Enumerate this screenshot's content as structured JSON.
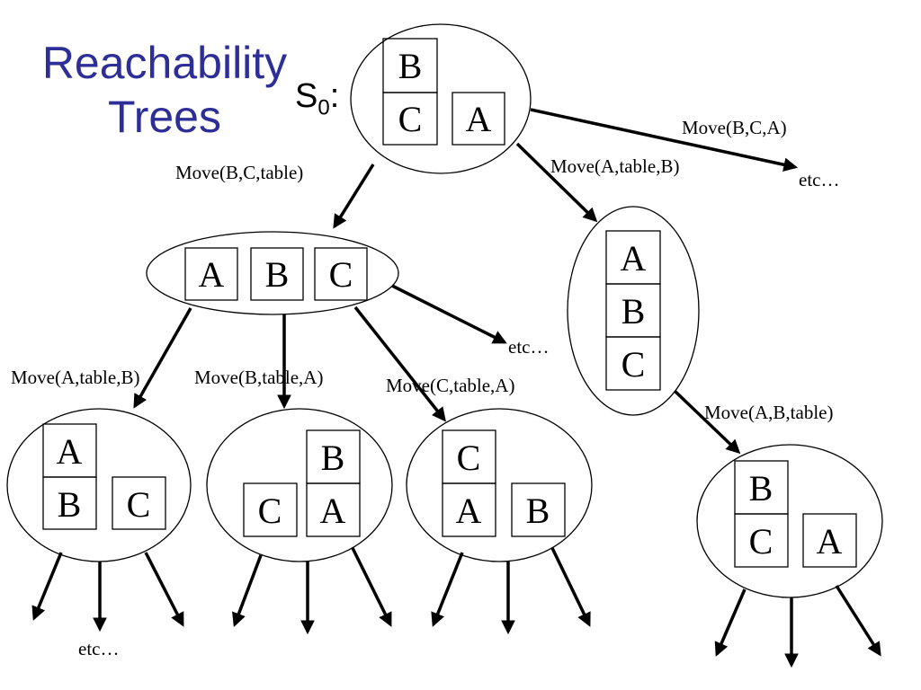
{
  "title": {
    "line1": "Reachability",
    "line2": "Trees"
  },
  "state_label": {
    "letter": "S",
    "subscript": "0",
    "suffix": ":"
  },
  "nodes": {
    "s0": [
      "B",
      "C",
      "A"
    ],
    "n1": [
      "A",
      "B",
      "C"
    ],
    "n2": [
      "A",
      "B",
      "C"
    ],
    "n3": [
      "A",
      "B",
      "C"
    ],
    "n4": [
      "B",
      "C",
      "A"
    ],
    "n5": [
      "C",
      "A",
      "B"
    ],
    "n6": [
      "B",
      "C",
      "A"
    ]
  },
  "edges": {
    "move_bc_table": "Move(B,C,table)",
    "move_a_table_b": "Move(A,table,B)",
    "move_bca": "Move(B,C,A)",
    "move_a_table_b_2": "Move(A,table,B)",
    "move_b_table_a": "Move(B,table,A)",
    "move_c_table_a": "Move(C,table,A)",
    "move_a_b_table": "Move(A,B,table)"
  },
  "etc": {
    "top": "etc…",
    "mid": "etc…",
    "bottom": "etc…"
  }
}
